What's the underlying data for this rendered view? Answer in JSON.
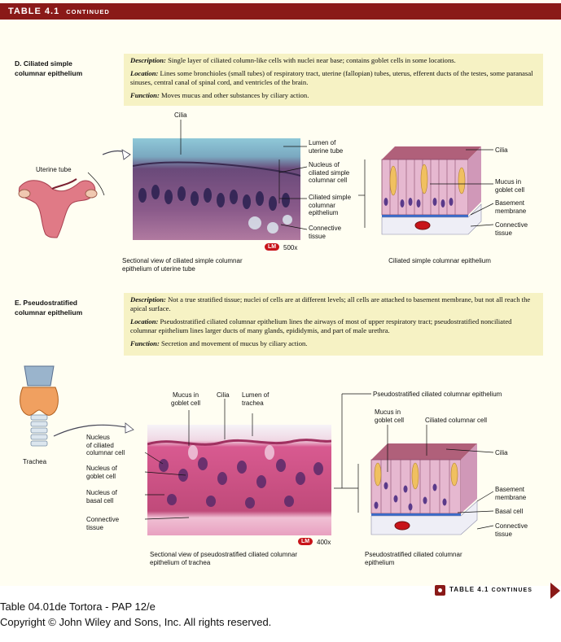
{
  "header": {
    "table": "TABLE 4.1",
    "continued": "CONTINUED"
  },
  "sectionD": {
    "title_line1": "D. Ciliated simple",
    "title_line2": "columnar epithelium",
    "desc_label": "Description:",
    "desc_text": " Single layer of ciliated column-like cells with nuclei near base; contains goblet cells in some locations.",
    "loc_label": "Location:",
    "loc_text": " Lines some bronchioles (small tubes) of respiratory tract, uterine (fallopian) tubes, uterus, efferent ducts of the testes, some paranasal sinuses, central canal of spinal cord, and ventricles of the brain.",
    "func_label": "Function:",
    "func_text": " Moves mucus and other substances by ciliary action.",
    "labels": {
      "uterine_tube": "Uterine tube",
      "cilia": "Cilia",
      "lumen_1": "Lumen of",
      "lumen_2": "uterine tube",
      "nucleus_1": "Nucleus of",
      "nucleus_2": "ciliated simple",
      "nucleus_3": "columnar cell",
      "epi_1": "Ciliated simple",
      "epi_2": "columnar",
      "epi_3": "epithelium",
      "ct_1": "Connective",
      "ct_2": "tissue",
      "lm": "LM",
      "mag": "500x",
      "d_cilia": "Cilia",
      "d_mucus_1": "Mucus in",
      "d_mucus_2": "goblet cell",
      "d_bm_1": "Basement",
      "d_bm_2": "membrane",
      "d_ct_1": "Connective",
      "d_ct_2": "tissue"
    },
    "cap_left_1": "Sectional view of ciliated simple columnar",
    "cap_left_2": "epithelium of uterine tube",
    "cap_right": "Ciliated simple columnar epithelium"
  },
  "sectionE": {
    "title_line1": "E. Pseudostratified",
    "title_line2": "columnar epithelium",
    "desc_label": "Description:",
    "desc_text": "  Not a true stratified tissue; nuclei of cells are at different levels; all cells are attached to basement membrane, but not all reach the apical surface.",
    "loc_label": "Location:",
    "loc_text": " Pseudostratified ciliated columnar epithelium lines the airways of most of upper respiratory tract; pseudostratified nonciliated columnar epithelium lines larger ducts of many glands, epididymis, and part of male urethra.",
    "func_label": "Function:",
    "func_text": " Secretion and movement of mucus by ciliary action.",
    "labels": {
      "trachea": "Trachea",
      "mucus_1": "Mucus in",
      "mucus_2": "goblet cell",
      "cilia": "Cilia",
      "lumen_1": "Lumen of",
      "lumen_2": "trachea",
      "ncc_1": "Nucleus",
      "ncc_2": "of ciliated",
      "ncc_3": "columnar cell",
      "ngc_1": "Nucleus of",
      "ngc_2": "goblet cell",
      "nbc_1": "Nucleus of",
      "nbc_2": "basal cell",
      "ct_1": "Connective",
      "ct_2": "tissue",
      "lm": "LM",
      "mag": "400x",
      "p_title": "Pseudostratified ciliated columnar epithelium",
      "p_mucus_1": "Mucus in",
      "p_mucus_2": "goblet cell",
      "p_ccc": "Ciliated columnar cell",
      "p_cilia": "Cilia",
      "p_bm_1": "Basement",
      "p_bm_2": "membrane",
      "p_basal": "Basal cell",
      "p_ct_1": "Connective",
      "p_ct_2": "tissue"
    },
    "cap_left_1": "Sectional view of pseudostratified ciliated columnar",
    "cap_left_2": "epithelium of trachea",
    "cap_right_1": "Pseudostratified ciliated columnar",
    "cap_right_2": "epithelium"
  },
  "continues": {
    "table": "TABLE 4.1",
    "word": "CONTINUES"
  },
  "footer": {
    "line1": "Table 04.01de  Tortora - PAP 12/e",
    "line2": "Copyright © John Wiley and Sons, Inc. All rights reserved."
  },
  "colors": {
    "header_bg": "#8a1a18",
    "desc_bg": "#f6f2c4",
    "lm_badge": "#c8141a"
  }
}
